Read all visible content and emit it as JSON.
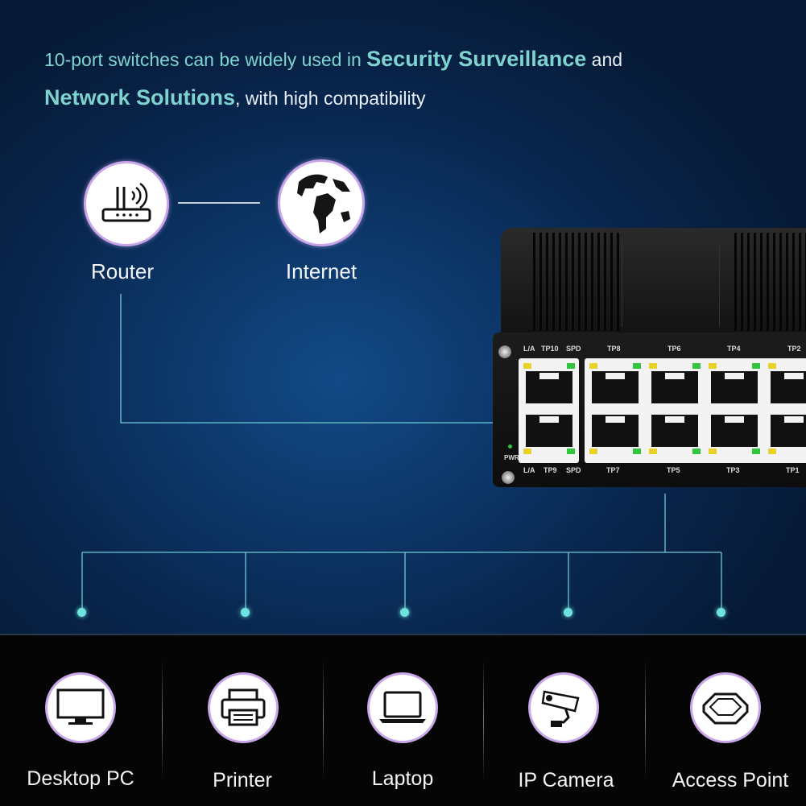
{
  "headline": {
    "line1_pre": "10-port switches can be widely used in ",
    "line1_hl": "Security Surveillance",
    "line1_post": " and",
    "line2_hl": "Network Solutions",
    "line2_post": ", with high compatibility"
  },
  "top_nodes": [
    {
      "label": "Router",
      "icon": "router-icon"
    },
    {
      "label": "Internet",
      "icon": "globe-icon"
    }
  ],
  "switch": {
    "top_ports": [
      "TP10",
      "TP8",
      "TP6",
      "TP4",
      "TP2"
    ],
    "bottom_ports": [
      "TP9",
      "TP7",
      "TP5",
      "TP3",
      "TP1"
    ],
    "la_label": "L/A",
    "spd_label": "SPD",
    "pwr_label": "PWR"
  },
  "devices": [
    {
      "label": "Desktop PC",
      "icon": "monitor-icon"
    },
    {
      "label": "Printer",
      "icon": "printer-icon"
    },
    {
      "label": "Laptop",
      "icon": "laptop-icon"
    },
    {
      "label": "IP Camera",
      "icon": "camera-icon"
    },
    {
      "label": "Access Point",
      "icon": "access-point-icon"
    }
  ],
  "colors": {
    "highlight": "#7fd3cf",
    "connector": "#6fe3df",
    "circle_border": "#c9a6e8"
  }
}
